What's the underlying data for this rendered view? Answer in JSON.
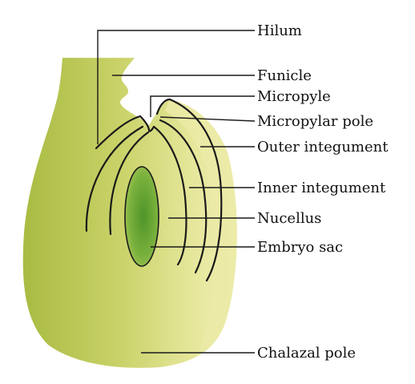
{
  "labels": {
    "hilum": "Hilum",
    "funicle": "Funicle",
    "micropyle": "Micropyle",
    "micropylar_pole": "Micropylar pole",
    "outer_integument": "Outer integument",
    "inner_integument": "Inner integument",
    "nucellus": "Nucellus",
    "embryo_sac": "Embryo sac",
    "chalazal_pole": "Chalazal pole"
  },
  "colors": {
    "body_dark": "#b3c34a",
    "body_light": "#eceba4",
    "integument": "#e6e6a2",
    "embryo_sac_center": "#5a9a2e",
    "embryo_sac_edge": "#9cc250",
    "outline": "#1a1a1a"
  }
}
